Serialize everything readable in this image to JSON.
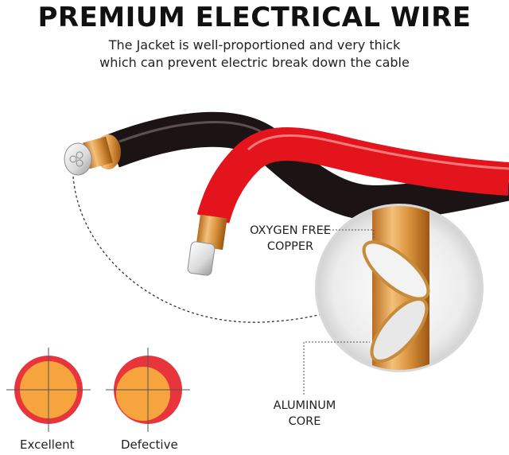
{
  "header": {
    "title": "PREMIUM ELECTRICAL WIRE",
    "subtitle_lines": [
      "The Jacket is well-proportioned and very thick",
      "which can prevent electric break down the cable"
    ]
  },
  "callouts": {
    "oxygen_free_copper": [
      "OXYGEN FREE",
      "COPPER"
    ],
    "aluminum_core": [
      "ALUMINUM",
      "CORE"
    ]
  },
  "comparison": {
    "excellent_label": "Excellent",
    "defective_label": "Defective"
  },
  "colors": {
    "red_jacket": "#e3141c",
    "black_jacket": "#1c1414",
    "copper": "#d9953d",
    "core_orange": "#f6a43d",
    "ring_red": "#e8353b"
  }
}
